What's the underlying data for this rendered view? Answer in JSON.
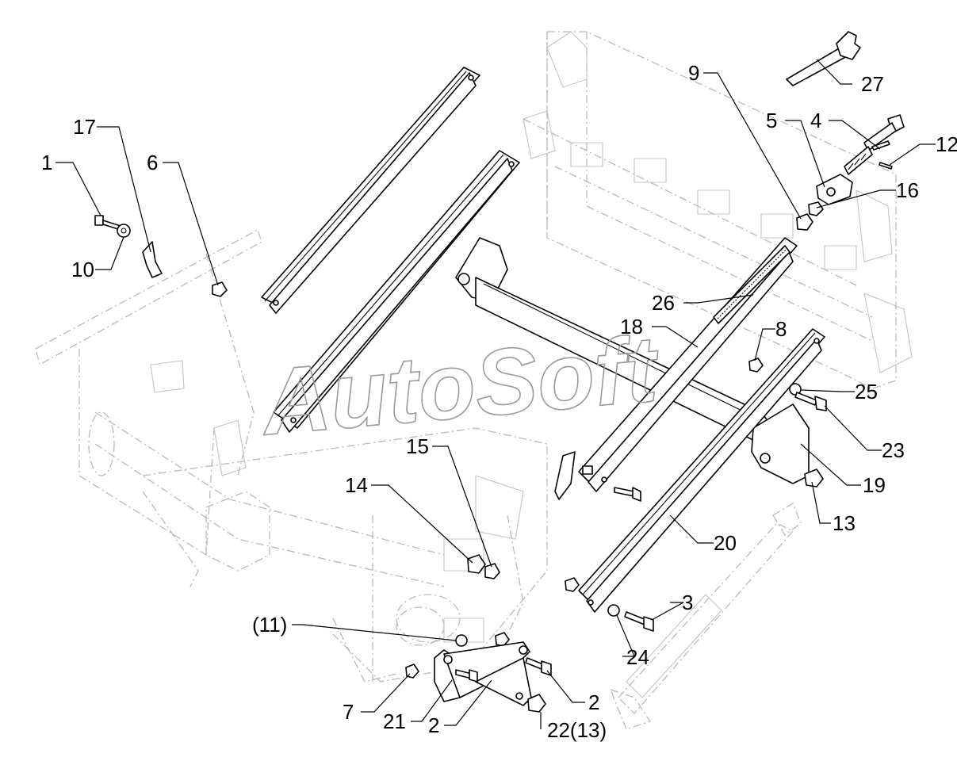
{
  "watermark": "AutoSoft",
  "callouts": {
    "c1": "1",
    "c2a": "2",
    "c2b": "2",
    "c3": "3",
    "c4": "4",
    "c5": "5",
    "c6": "6",
    "c7": "7",
    "c8": "8",
    "c9": "9",
    "c10": "10",
    "c11": "(11)",
    "c12": "12",
    "c13": "13",
    "c14": "14",
    "c15": "15",
    "c16": "16",
    "c17": "17",
    "c18": "18",
    "c19": "19",
    "c20": "20",
    "c21": "21",
    "c22": "22(13)",
    "c23": "23",
    "c24": "24",
    "c25": "25",
    "c26": "26",
    "c27": "27"
  }
}
